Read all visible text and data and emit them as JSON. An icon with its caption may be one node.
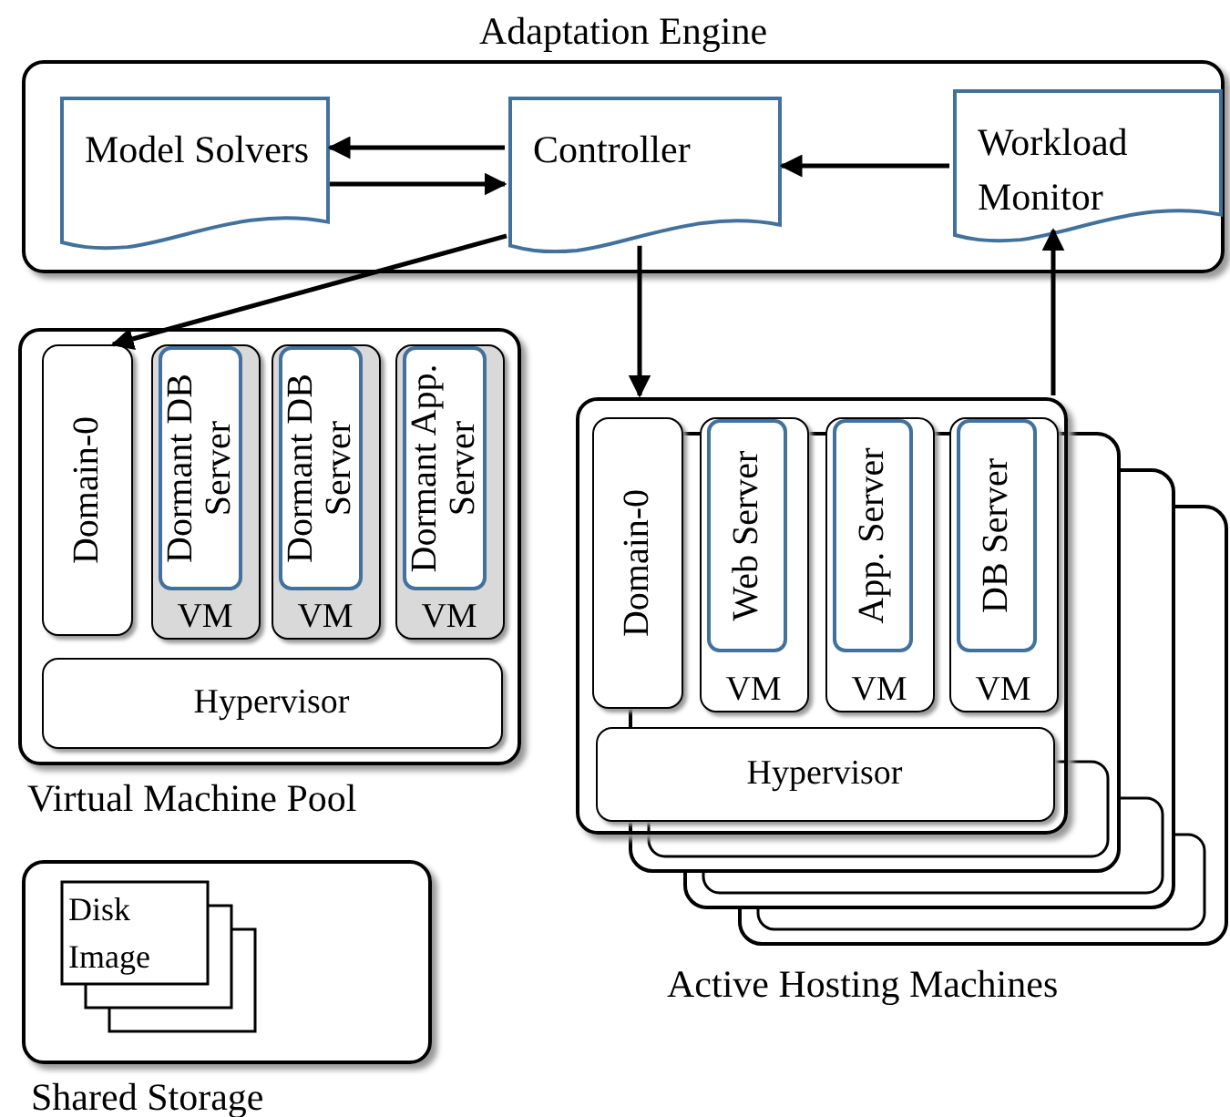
{
  "diagram": {
    "nodes": [
      {
        "text": [
          "Adaptation Engine"
        ]
      },
      {
        "text": [
          "Model Solvers"
        ],
        "in": 0
      },
      {
        "text": [
          "Controller"
        ],
        "in": 0
      },
      {
        "text": [
          "Workload Monitor"
        ],
        "in": 0
      },
      {
        "text": [
          "Virtual Machine Pool"
        ]
      },
      {
        "text": [
          "Domain-0"
        ],
        "in": 4
      },
      {
        "text": [
          "VM"
        ],
        "in": 4
      },
      {
        "text": [
          "Dormant DB Server"
        ],
        "in": 6
      },
      {
        "text": [
          "VM"
        ],
        "in": 4
      },
      {
        "text": [
          "Dormant DB Server"
        ],
        "in": 8
      },
      {
        "text": [
          "VM"
        ],
        "in": 4
      },
      {
        "text": [
          "Dormant App. Server"
        ],
        "in": 10
      },
      {
        "text": [
          "Hypervisor"
        ],
        "in": 4
      },
      {
        "text": [
          "Active Hosting Machines"
        ]
      },
      {
        "text": [
          "Domain-0"
        ],
        "in": 13
      },
      {
        "text": [
          "VM"
        ],
        "in": 13
      },
      {
        "text": [
          "Web Server"
        ],
        "in": 15
      },
      {
        "text": [
          "VM"
        ],
        "in": 13
      },
      {
        "text": [
          "App. Server"
        ],
        "in": 17
      },
      {
        "text": [
          "VM"
        ],
        "in": 13
      },
      {
        "text": [
          "DB Server"
        ],
        "in": 19
      },
      {
        "text": [
          "Hypervisor"
        ],
        "in": 13
      },
      {
        "text": [
          "Shared Storage"
        ]
      },
      {
        "text": [
          "Disk Image"
        ],
        "in": 22
      }
    ],
    "edges": [
      {
        "from": 2,
        "to": 1,
        "arrow": "to"
      },
      {
        "from": 1,
        "to": 2,
        "arrow": "to"
      },
      {
        "from": 3,
        "to": 2,
        "arrow": "to"
      },
      {
        "from": 2,
        "to": 5,
        "arrow": "to"
      },
      {
        "from": 2,
        "to": 13,
        "arrow": "to"
      },
      {
        "from": 13,
        "to": 3,
        "arrow": "to"
      }
    ]
  }
}
